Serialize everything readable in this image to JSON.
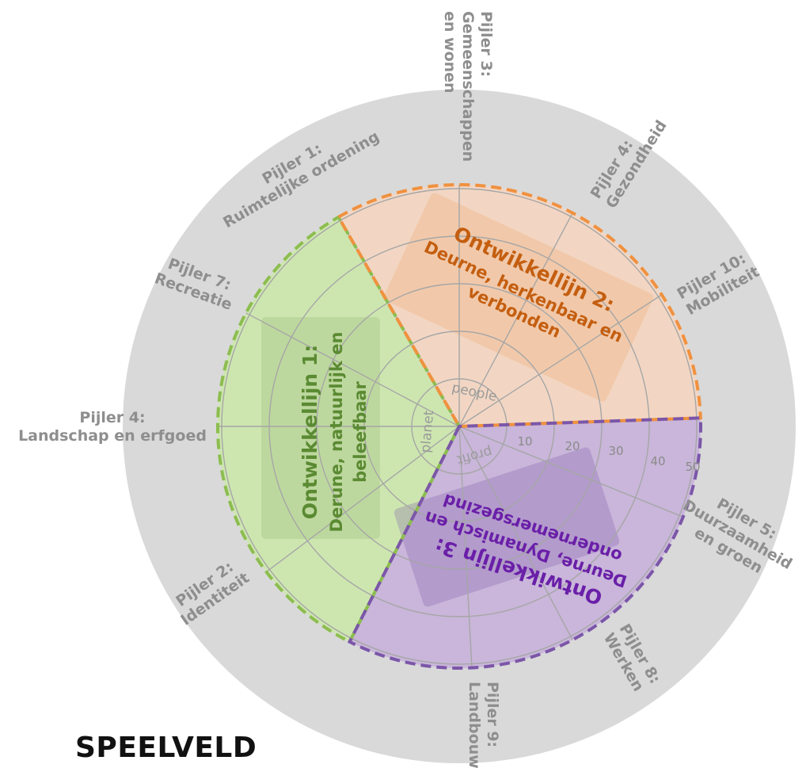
{
  "title": "SPEELVELD",
  "colors": {
    "outer_disc": "#d9d9d9",
    "grid": "#a6a6a6",
    "green": "#8cbd4f",
    "green_fill": "#cde6b0",
    "green_text": "#5a8a32",
    "orange": "#f0913f",
    "orange_fill": "#f2d6c3",
    "orange_text": "#c45e10",
    "purple": "#7b56a8",
    "purple_fill": "#c9b6da",
    "purple_text": "#6a1fa8"
  },
  "dimensions": [
    "people",
    "planet",
    "profit"
  ],
  "ring_values": [
    "10",
    "20",
    "30",
    "40",
    "50"
  ],
  "pijlers": [
    {
      "lines": [
        "Pijler 3:",
        "Gemeenschappen",
        "en wonen"
      ]
    },
    {
      "lines": [
        "Pijler 4:",
        "Gezondheid"
      ]
    },
    {
      "lines": [
        "Pijler 10:",
        "Mobiliteit"
      ]
    },
    {
      "lines": [
        "Pijler 5:",
        "Duurzaamheid",
        "en groen"
      ]
    },
    {
      "lines": [
        "Pijler 8:",
        "Werken"
      ]
    },
    {
      "lines": [
        "Pijler 9:",
        "Landbouw"
      ]
    },
    {
      "lines": [
        "Pijler 2:",
        "Identiteit"
      ]
    },
    {
      "lines": [
        "Pijler 4:",
        "Landschap en erfgoed"
      ]
    },
    {
      "lines": [
        "Pijler 7:",
        "Recreatie"
      ]
    },
    {
      "lines": [
        "Pijler 1:",
        "Ruimtelijke ordening"
      ]
    }
  ],
  "ontwikkellijnen": [
    {
      "title": "Ontwikkellijn 1:",
      "subtitle": [
        "Derune, natuurlijk en",
        "beleefbaar"
      ]
    },
    {
      "title": "Ontwikkellijn 2:",
      "subtitle": [
        "Deurne, herkenbaar en",
        "verbonden"
      ]
    },
    {
      "title": "Ontwikkellijn 3:",
      "subtitle": [
        "Deurne, Dynamisch en",
        "ondernemersgezind"
      ]
    }
  ]
}
